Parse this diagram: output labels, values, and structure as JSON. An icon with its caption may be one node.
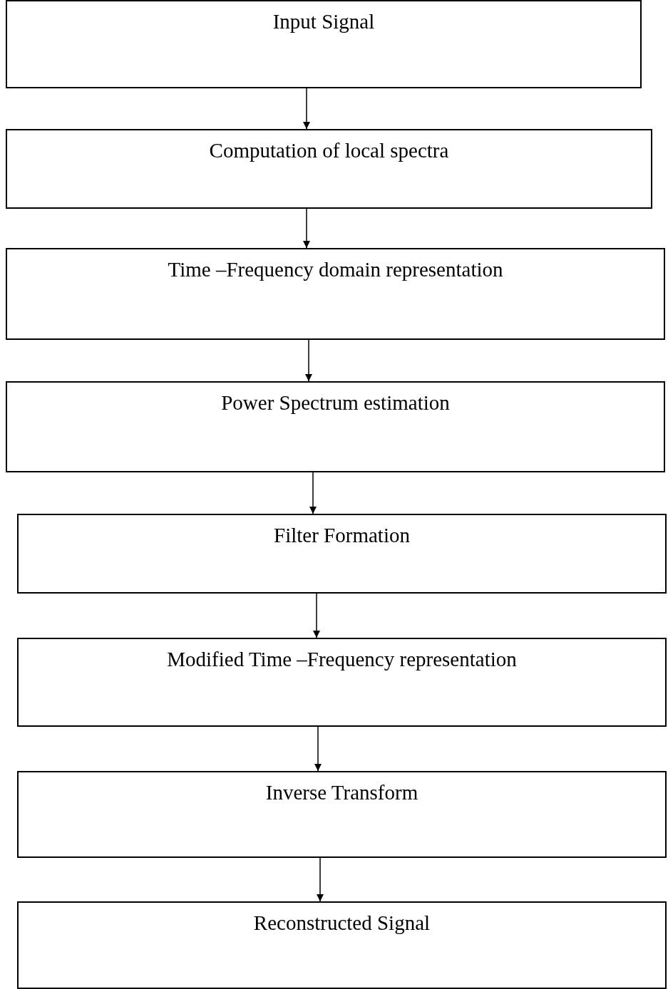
{
  "diagram": {
    "nodes": [
      {
        "text": [
          "Input Signal"
        ]
      },
      {
        "text": [
          "Computation of local spectra"
        ]
      },
      {
        "text": [
          "Time –Frequency domain representation"
        ]
      },
      {
        "text": [
          "Power Spectrum estimation"
        ]
      },
      {
        "text": [
          "Filter Formation"
        ]
      },
      {
        "text": [
          "Modified Time –Frequency representation"
        ]
      },
      {
        "text": [
          "Inverse Transform"
        ]
      },
      {
        "text": [
          "Reconstructed Signal"
        ]
      }
    ],
    "edges": [
      {
        "from": 0,
        "to": 1,
        "arrow": "to"
      },
      {
        "from": 1,
        "to": 2,
        "arrow": "to"
      },
      {
        "from": 2,
        "to": 3,
        "arrow": "to"
      },
      {
        "from": 3,
        "to": 4,
        "arrow": "to"
      },
      {
        "from": 4,
        "to": 5,
        "arrow": "to"
      },
      {
        "from": 5,
        "to": 6,
        "arrow": "to"
      },
      {
        "from": 6,
        "to": 7,
        "arrow": "to"
      }
    ]
  }
}
